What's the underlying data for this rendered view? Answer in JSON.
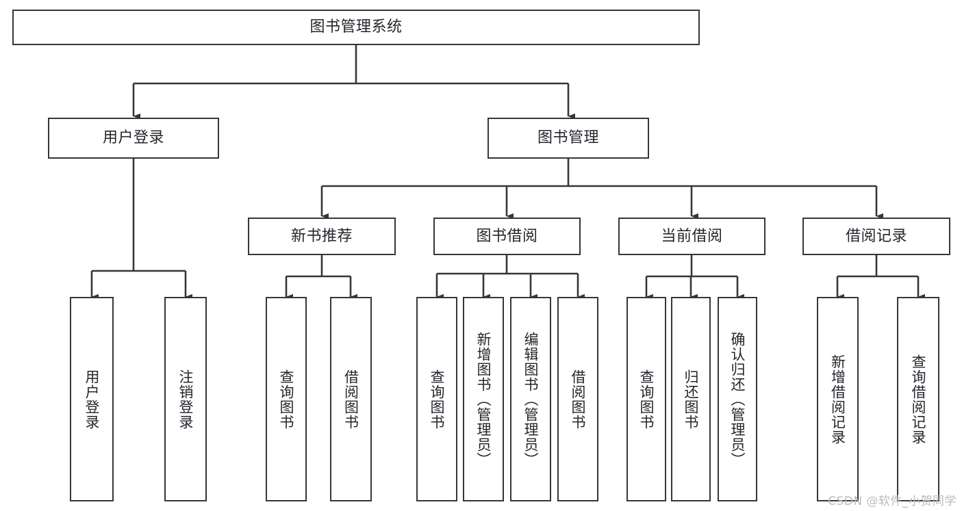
{
  "diagram": {
    "title_node": {
      "label": "图书管理系统"
    },
    "level2": [
      {
        "id": "user-login",
        "label": "用户登录"
      },
      {
        "id": "book-management",
        "label": "图书管理"
      }
    ],
    "level3": [
      {
        "id": "new-book-recommend",
        "label": "新书推荐"
      },
      {
        "id": "book-borrow",
        "label": "图书借阅"
      },
      {
        "id": "current-borrow",
        "label": "当前借阅"
      },
      {
        "id": "borrow-record",
        "label": "借阅记录"
      }
    ],
    "leaves": {
      "user_login": [
        {
          "id": "leaf-user-login",
          "label": "用户登录"
        },
        {
          "id": "leaf-logout",
          "label": "注销登录"
        }
      ],
      "new_book_recommend": [
        {
          "id": "leaf-query-book-1",
          "label": "查询图书"
        },
        {
          "id": "leaf-borrow-book-1",
          "label": "借阅图书"
        }
      ],
      "book_borrow": [
        {
          "id": "leaf-query-book-2",
          "label": "查询图书"
        },
        {
          "id": "leaf-add-book",
          "label": "新增图书（管理员）"
        },
        {
          "id": "leaf-edit-book",
          "label": "编辑图书（管理员）"
        },
        {
          "id": "leaf-borrow-book-2",
          "label": "借阅图书"
        }
      ],
      "current_borrow": [
        {
          "id": "leaf-query-book-3",
          "label": "查询图书"
        },
        {
          "id": "leaf-return-book",
          "label": "归还图书"
        },
        {
          "id": "leaf-confirm-return",
          "label": "确认归还（管理员）"
        }
      ],
      "borrow_record": [
        {
          "id": "leaf-add-record",
          "label": "新增借阅记录"
        },
        {
          "id": "leaf-query-record",
          "label": "查询借阅记录"
        }
      ]
    }
  },
  "watermark": {
    "text": "CSDN @软件_小贺同学"
  },
  "colors": {
    "border": "#33363b",
    "text": "#23262b",
    "background": "#ffffff",
    "watermark": "#b9bbbe"
  }
}
